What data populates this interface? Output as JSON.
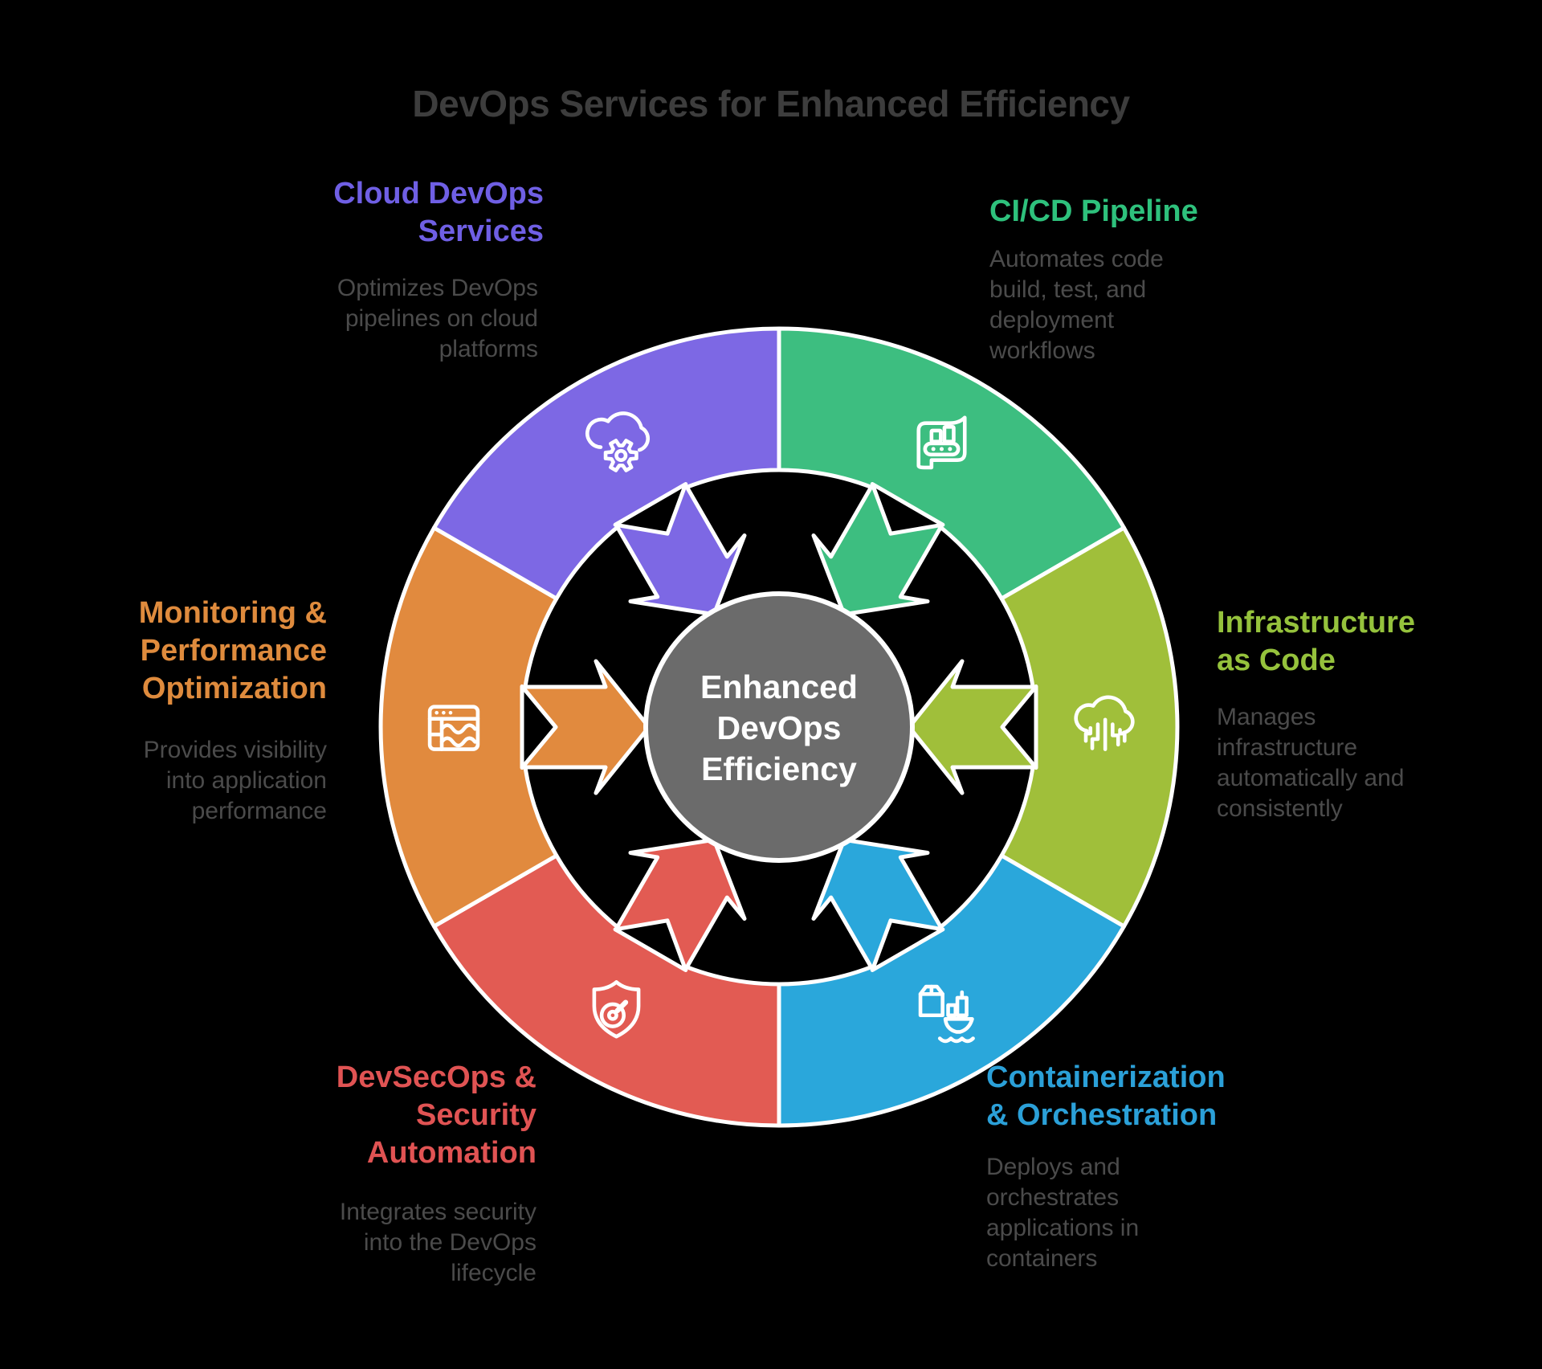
{
  "title": "DevOps Services for Enhanced Efficiency",
  "title_color": "#3d3d3d",
  "background_color": "#000000",
  "center": {
    "label": "Enhanced\nDevOps\nEfficiency",
    "fill_color": "#6b6b6b",
    "text_color": "#ffffff"
  },
  "segments": [
    {
      "id": "cicd",
      "heading": "CI/CD Pipeline",
      "description": "Automates code\nbuild, test, and\ndeployment\nworkflows",
      "color": "#3dbe80",
      "heading_color": "#2ec17c",
      "icon": "pipeline-conveyor-icon"
    },
    {
      "id": "iac",
      "heading": "Infrastructure\nas Code",
      "description": "Manages\ninfrastructure\nautomatically and\nconsistently",
      "color": "#a0bf3a",
      "heading_color": "#95c23c",
      "icon": "cloud-circuit-icon"
    },
    {
      "id": "container",
      "heading": "Containerization\n& Orchestration",
      "description": "Deploys and\norchestrates\napplications in\ncontainers",
      "color": "#2aa7db",
      "heading_color": "#2ba0d8",
      "icon": "container-ship-icon"
    },
    {
      "id": "devsecops",
      "heading": "DevSecOps &\nSecurity\nAutomation",
      "description": "Integrates security\ninto the DevOps\nlifecycle",
      "color": "#e25b53",
      "heading_color": "#e05353",
      "icon": "shield-gauge-icon"
    },
    {
      "id": "monitoring",
      "heading": "Monitoring &\nPerformance\nOptimization",
      "description": "Provides visibility\ninto application\nperformance",
      "color": "#e18a3e",
      "heading_color": "#df8b3d",
      "icon": "monitor-wave-icon"
    },
    {
      "id": "cloud",
      "heading": "Cloud DevOps\nServices",
      "description": "Optimizes DevOps\npipelines on cloud\nplatforms",
      "color": "#7d68e4",
      "heading_color": "#6f5fe4",
      "icon": "cloud-gear-icon"
    }
  ],
  "description_text_color": "#4b4b4b",
  "outline_color": "#ffffff"
}
